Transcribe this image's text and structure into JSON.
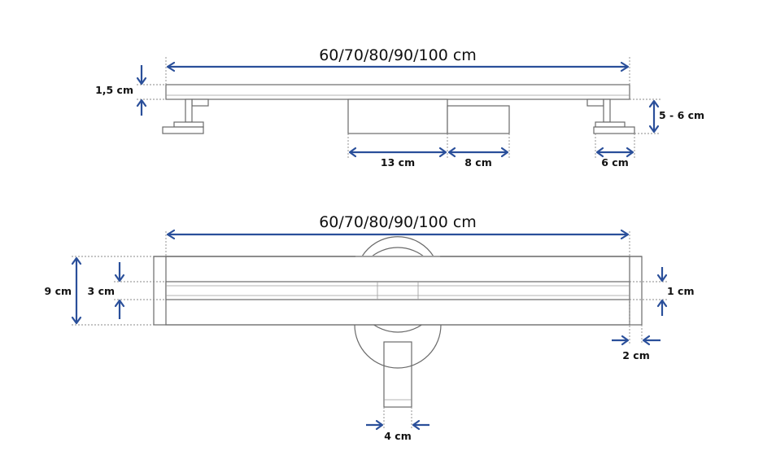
{
  "labels": {
    "top_length": "60/70/80/90/100 cm",
    "top_height": "1,5 cm",
    "leg_height": "5 - 6 cm",
    "outlet_13": "13 cm",
    "outlet_8": "8 cm",
    "foot_6": "6 cm",
    "bottom_length": "60/70/80/90/100 cm",
    "width_9": "9 cm",
    "width_3": "3 cm",
    "slot_1": "1 cm",
    "edge_2": "2 cm",
    "pipe_4": "4 cm"
  },
  "colors": {
    "dimension": "#2a4f9a",
    "outline": "#6a6a6a"
  }
}
